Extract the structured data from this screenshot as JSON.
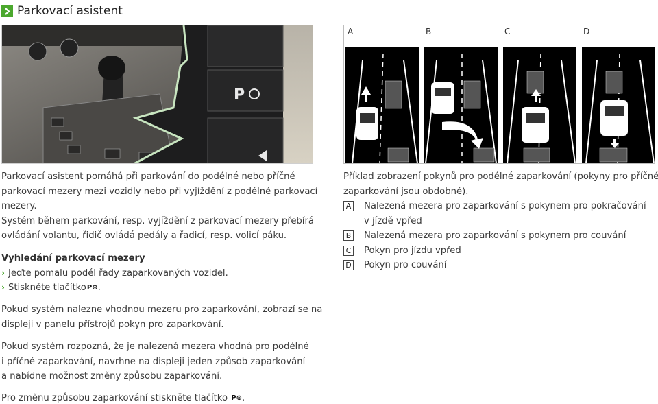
{
  "header": {
    "title": "Parkovací asistent"
  },
  "figure_panels": {
    "labels": [
      "A",
      "B",
      "C",
      "D"
    ]
  },
  "photo": {
    "button_label": "P"
  },
  "left_column": {
    "intro_lines": [
      "Parkovací asistent pomáhá při parkování do podélné nebo příčné",
      "parkovací mezery mezi vozidly nebo při vyjíždění z podélné parkovací",
      "mezery.",
      "Systém během parkování, resp. vyjíždění z parkovací mezery přebírá",
      "ovládání volantu, řidič ovládá pedály a řadicí, resp. volicí páku."
    ],
    "section_heading": "Vyhledání parkovací mezery",
    "bullets": [
      "Jeďte pomalu podél řady zaparkovaných vozidel.",
      "Stiskněte tlačítko"
    ],
    "button_glyph": "P⊛",
    "bullet_end": ".",
    "para2_lines": [
      "Pokud systém nalezne vhodnou mezeru pro zaparkování, zobrazí se na",
      "displeji v panelu přístrojů pokyn pro zaparkování."
    ],
    "para3_lines": [
      "Pokud systém rozpozná, že je nalezená mezera vhodná pro podélné",
      "i příčné zaparkování, navrhne na displeji jeden způsob zaparkování",
      "a nabídne možnost změny způsobu zaparkování."
    ],
    "para4": "Pro změnu způsobu zaparkování stiskněte tlačítko",
    "para4_end": "."
  },
  "caption": {
    "intro_lines": [
      "Příklad zobrazení pokynů pro podélné zaparkování (pokyny pro příčné",
      "zaparkování jsou obdobné)."
    ],
    "legend": [
      {
        "key": "A",
        "lines": [
          "Nalezená mezera pro zaparkování s pokynem pro pokračování",
          "v jízdě vpřed"
        ]
      },
      {
        "key": "B",
        "lines": [
          "Nalezená mezera pro zaparkování s pokynem pro couvání"
        ]
      },
      {
        "key": "C",
        "lines": [
          "Pokyn pro jízdu vpřed"
        ]
      },
      {
        "key": "D",
        "lines": [
          "Pokyn pro couvání"
        ]
      }
    ]
  }
}
